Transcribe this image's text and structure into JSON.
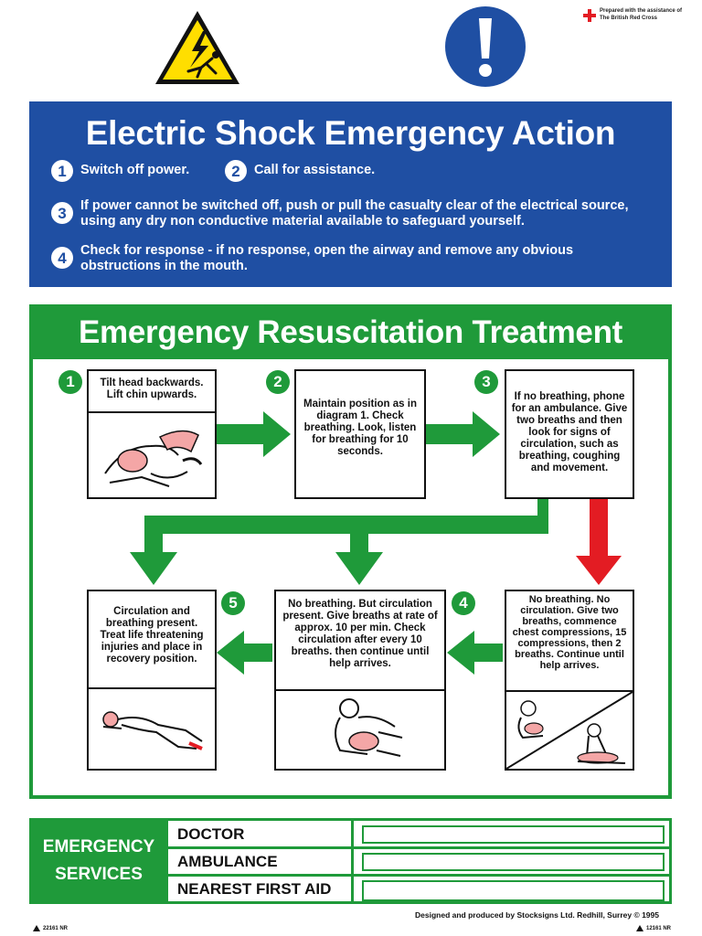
{
  "header": {
    "redcross_line1": "Prepared with the assistance of",
    "redcross_line2": "The British Red Cross",
    "hazard_icon": "electric-shock-warning-icon",
    "info_icon": "exclamation-mandatory-icon"
  },
  "shock": {
    "title": "Electric Shock Emergency Action",
    "steps": [
      {
        "num": "1",
        "text": "Switch off power."
      },
      {
        "num": "2",
        "text": "Call for assistance."
      },
      {
        "num": "3",
        "text": "If power cannot be switched off, push or pull the casualty clear of the electrical source, using any dry non conductive material available to safeguard yourself."
      },
      {
        "num": "4",
        "text": "Check for response - if no response, open the airway and remove any obvious obstructions in the mouth."
      }
    ]
  },
  "resus": {
    "title": "Emergency Resuscitation Treatment",
    "step1": {
      "num": "1",
      "text": "Tilt head backwards. Lift chin upwards."
    },
    "step2": {
      "num": "2",
      "text": "Maintain position as in diagram 1. Check breathing. Look, listen for breathing for 10 seconds."
    },
    "step3": {
      "num": "3",
      "text": "If no breathing, phone for an ambulance. Give two breaths and then look for signs of circulation, such as breathing, coughing and movement."
    },
    "step4": {
      "num": "4",
      "text": "No breathing. No circulation. Give two breaths, commence chest compressions, 15 compressions, then 2 breaths. Continue until help arrives."
    },
    "middle": {
      "text": "No breathing. But circulation present. Give breaths at rate of approx. 10 per min. Check circulation after every 10 breaths. then continue until help arrives."
    },
    "step5": {
      "num": "5",
      "text": "Circulation and breathing present. Treat life threatening injuries and place in recovery position."
    }
  },
  "emergency": {
    "label_line1": "EMERGENCY",
    "label_line2": "SERVICES",
    "rows": [
      {
        "name": "DOCTOR"
      },
      {
        "name": "AMBULANCE"
      },
      {
        "name": "NEAREST FIRST AID"
      }
    ]
  },
  "footer": {
    "credit": "Designed and produced by Stocksigns Ltd. Redhill, Surrey  © 1995",
    "code_left": "22161 NR",
    "code_right": "12161 NR"
  },
  "colors": {
    "blue": "#1f4fa3",
    "green": "#1f9a3a",
    "red_arrow": "#e31c23",
    "hazard_yellow": "#ffde00"
  }
}
